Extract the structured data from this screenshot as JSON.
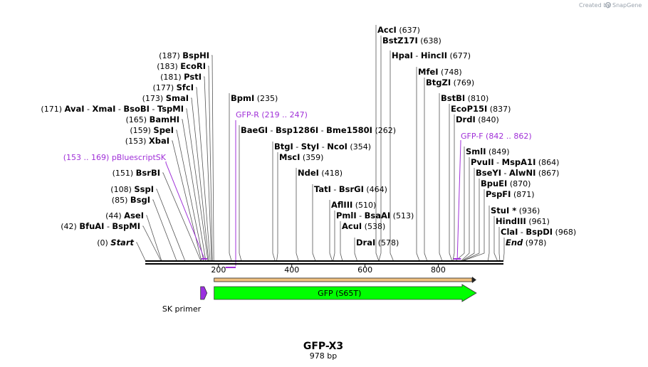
{
  "credit": {
    "prefix": "Created by",
    "brand": "SnapGene"
  },
  "map": {
    "name": "GFP-X3",
    "length_label": "978 bp",
    "length": 978,
    "ticks": [
      {
        "value": 200,
        "label": "200"
      },
      {
        "value": 400,
        "label": "400"
      },
      {
        "value": 600,
        "label": "600"
      },
      {
        "value": 800,
        "label": "800"
      }
    ]
  },
  "sites": [
    {
      "pos": 187,
      "posText": "(187)",
      "names": [
        "BspHI"
      ]
    },
    {
      "pos": 183,
      "posText": "(183)",
      "names": [
        "EcoRI"
      ]
    },
    {
      "pos": 181,
      "posText": "(181)",
      "names": [
        "PstI"
      ]
    },
    {
      "pos": 177,
      "posText": "(177)",
      "names": [
        "SfcI"
      ]
    },
    {
      "pos": 173,
      "posText": "(173)",
      "names": [
        "SmaI"
      ]
    },
    {
      "pos": 171,
      "posText": "(171)",
      "names": [
        "AvaI",
        "XmaI",
        "BsoBI",
        "TspMI"
      ]
    },
    {
      "pos": 165,
      "posText": "(165)",
      "names": [
        "BamHI"
      ]
    },
    {
      "pos": 159,
      "posText": "(159)",
      "names": [
        "SpeI"
      ]
    },
    {
      "pos": 153,
      "posText": "(153)",
      "names": [
        "XbaI"
      ]
    },
    {
      "pos": 151,
      "posText": "(151)",
      "names": [
        "BsrBI"
      ]
    },
    {
      "pos": 108,
      "posText": "(108)",
      "names": [
        "SspI"
      ]
    },
    {
      "pos": 85,
      "posText": "(85)",
      "names": [
        "BsgI"
      ]
    },
    {
      "pos": 44,
      "posText": "(44)",
      "names": [
        "AseI"
      ]
    },
    {
      "pos": 42,
      "posText": "(42)",
      "names": [
        "BfuAI",
        "BspMI"
      ]
    },
    {
      "pos": 0,
      "posText": "(0)",
      "names": [
        "Start"
      ],
      "italic": true
    },
    {
      "pos": 235,
      "posText": "(235)",
      "names": [
        "BpmI"
      ]
    },
    {
      "pos": 262,
      "posText": "(262)",
      "names": [
        "BaeGI",
        "Bsp1286I",
        "Bme1580I"
      ]
    },
    {
      "pos": 354,
      "posText": "(354)",
      "names": [
        "BtgI",
        "StyI",
        "NcoI"
      ]
    },
    {
      "pos": 359,
      "posText": "(359)",
      "names": [
        "MscI"
      ]
    },
    {
      "pos": 418,
      "posText": "(418)",
      "names": [
        "NdeI"
      ]
    },
    {
      "pos": 464,
      "posText": "(464)",
      "names": [
        "TatI",
        "BsrGI"
      ]
    },
    {
      "pos": 510,
      "posText": "(510)",
      "names": [
        "AflIII"
      ]
    },
    {
      "pos": 513,
      "posText": "(513)",
      "names": [
        "PmlI",
        "BsaAI"
      ]
    },
    {
      "pos": 538,
      "posText": "(538)",
      "names": [
        "AcuI"
      ]
    },
    {
      "pos": 578,
      "posText": "(578)",
      "names": [
        "DraI"
      ]
    },
    {
      "pos": 637,
      "posText": "(637)",
      "names": [
        "AccI"
      ]
    },
    {
      "pos": 638,
      "posText": "(638)",
      "names": [
        "BstZ17I"
      ]
    },
    {
      "pos": 677,
      "posText": "(677)",
      "names": [
        "HpaI",
        "HincII"
      ]
    },
    {
      "pos": 748,
      "posText": "(748)",
      "names": [
        "MfeI"
      ]
    },
    {
      "pos": 769,
      "posText": "(769)",
      "names": [
        "BtgZI"
      ]
    },
    {
      "pos": 810,
      "posText": "(810)",
      "names": [
        "BstBI"
      ]
    },
    {
      "pos": 837,
      "posText": "(837)",
      "names": [
        "EcoP15I"
      ]
    },
    {
      "pos": 840,
      "posText": "(840)",
      "names": [
        "DrdI"
      ]
    },
    {
      "pos": 849,
      "posText": "(849)",
      "names": [
        "SmlI"
      ]
    },
    {
      "pos": 864,
      "posText": "(864)",
      "names": [
        "PvuII",
        "MspA1I"
      ]
    },
    {
      "pos": 867,
      "posText": "(867)",
      "names": [
        "BseYI",
        "AlwNI"
      ]
    },
    {
      "pos": 870,
      "posText": "(870)",
      "names": [
        "BpuEI"
      ]
    },
    {
      "pos": 871,
      "posText": "(871)",
      "names": [
        "PspFI"
      ]
    },
    {
      "pos": 936,
      "posText": "(936)",
      "names": [
        "StuI *"
      ]
    },
    {
      "pos": 961,
      "posText": "(961)",
      "names": [
        "HindIII"
      ]
    },
    {
      "pos": 968,
      "posText": "(968)",
      "names": [
        "ClaI",
        "BspDI"
      ]
    },
    {
      "pos": 978,
      "posText": "(978)",
      "names": [
        "End"
      ],
      "italic": true
    }
  ],
  "primers": [
    {
      "name": "pBluescriptSK",
      "range": "(153 .. 169)",
      "start": 153,
      "end": 169
    },
    {
      "name": "GFP-R",
      "range": "(219 .. 247)",
      "start": 219,
      "end": 247
    },
    {
      "name": "GFP-F",
      "range": "(842 .. 862)",
      "start": 842,
      "end": 862
    }
  ],
  "features": [
    {
      "name": "SK primer",
      "start": 153,
      "end": 169,
      "color": "#9b2fe0"
    },
    {
      "name": "GFP (S65T)",
      "start": 188,
      "end": 904,
      "color": "#00ff00"
    }
  ],
  "orf": {
    "start": 188,
    "end": 904,
    "color": "#f0c080"
  }
}
